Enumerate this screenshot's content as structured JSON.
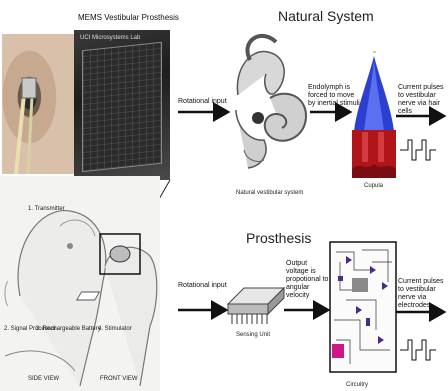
{
  "montage": {
    "title": "MEMS Vestibular Prosthesis",
    "chip_caption": "UCI Microsystems Lab",
    "view_side": "SIDE VIEW",
    "view_front": "FRONT VIEW",
    "parts": [
      "1. Transmitter",
      "2. Signal Processor",
      "3. Rechargeable Battery",
      "4. Stimulator"
    ]
  },
  "natural": {
    "title": "Natural System",
    "input_label": "Rotational input",
    "organ_caption": "Natural vestibular system",
    "middle_label": "Endolymph is forced to move by inertial stimuli",
    "cupula_caption": "Cupula",
    "output_label": "Current pulses to vestibular nerve via hair cells"
  },
  "prosthesis": {
    "title": "Prosthesis",
    "input_label": "Rotational input",
    "sensor_caption": "Sensing Unit",
    "middle_label": "Output voltage is propotional to angular velocity",
    "circuit_caption": "Circuitry",
    "output_label": "Current pulses to vestibular nerve via electrodes"
  },
  "colors": {
    "arrow": "#111111",
    "cupula_blue": "#2b3fd0",
    "cupula_red": "#b0151a",
    "circuit_purple": "#4b2a8a"
  }
}
